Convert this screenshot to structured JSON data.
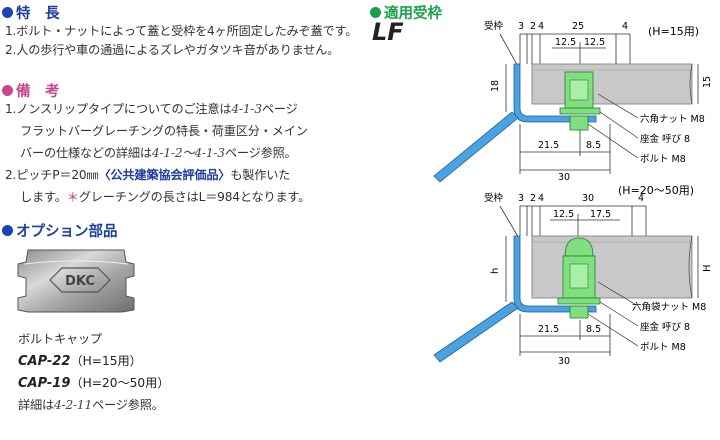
{
  "features": {
    "title": "特　長",
    "items": [
      "1.ボルト・ナットによって蓋と受枠を4ヶ所固定したみぞ蓋です。",
      "2.人の歩行や車の通過によるズレやガタツキ音がありません。"
    ]
  },
  "notes": {
    "title": "備　考",
    "n1a": "1.ノンスリップタイプについてのご注意は",
    "n1ref": "4-1-3",
    "n1b": "ページ",
    "n2": "フラットバーグレーチングの特長・荷重区分・メイン",
    "n3a": "バーの仕様などの詳細は",
    "n3ref": "4-1-2～4-1-3",
    "n3b": "ページ参照。",
    "n4a": "2.ピッチP＝20㎜",
    "n4hl": "〈公共建築協会評価品〉",
    "n4b": "も製作いた",
    "n5a": "します。",
    "n5star": "＊",
    "n5b": "グレーチングの長さはL＝984となります。"
  },
  "options": {
    "title": "オプション部品",
    "cap_logo": "DKC",
    "name": "ボルトキャップ",
    "m1": "CAP-22",
    "m1spec": "（H=15用）",
    "m2": "CAP-19",
    "m2spec": "（H=20～50用）",
    "ref_a": "詳細は",
    "ref_page": "4-2-11",
    "ref_b": "ページ参照。"
  },
  "frame": {
    "title": "適用受枠",
    "model": "LF"
  },
  "diagram_top": {
    "heading": "(H=15用)",
    "frame_label": "受枠",
    "dim_top": [
      "3",
      "2",
      "4",
      "25",
      "4"
    ],
    "dim_sub": [
      "12.5",
      "12.5"
    ],
    "dim_left": "18",
    "dim_right": "15",
    "dim_bot": [
      "21.5",
      "8.5",
      "30"
    ],
    "callouts": [
      "六角ナット M8",
      "座金 呼び 8",
      "ボルト M8"
    ]
  },
  "diagram_bot": {
    "heading": "(H=20～50用)",
    "frame_label": "受枠",
    "dim_top": [
      "3",
      "2",
      "4",
      "30",
      "4"
    ],
    "dim_sub": [
      "12.5",
      "17.5"
    ],
    "dim_left": "h",
    "dim_right": "H",
    "dim_bot": [
      "21.5",
      "8.5",
      "30"
    ],
    "callouts": [
      "六角袋ナット M8",
      "座金 呼び 8",
      "ボルト M8"
    ]
  },
  "colors": {
    "blue_title": "#1f3f9e",
    "pink_title": "#c9468d",
    "green_title": "#17a24a",
    "frame_blue": "#4aa3e0",
    "bolt_green": "#7fe07f",
    "grating_gray": "#c8c8c8"
  }
}
